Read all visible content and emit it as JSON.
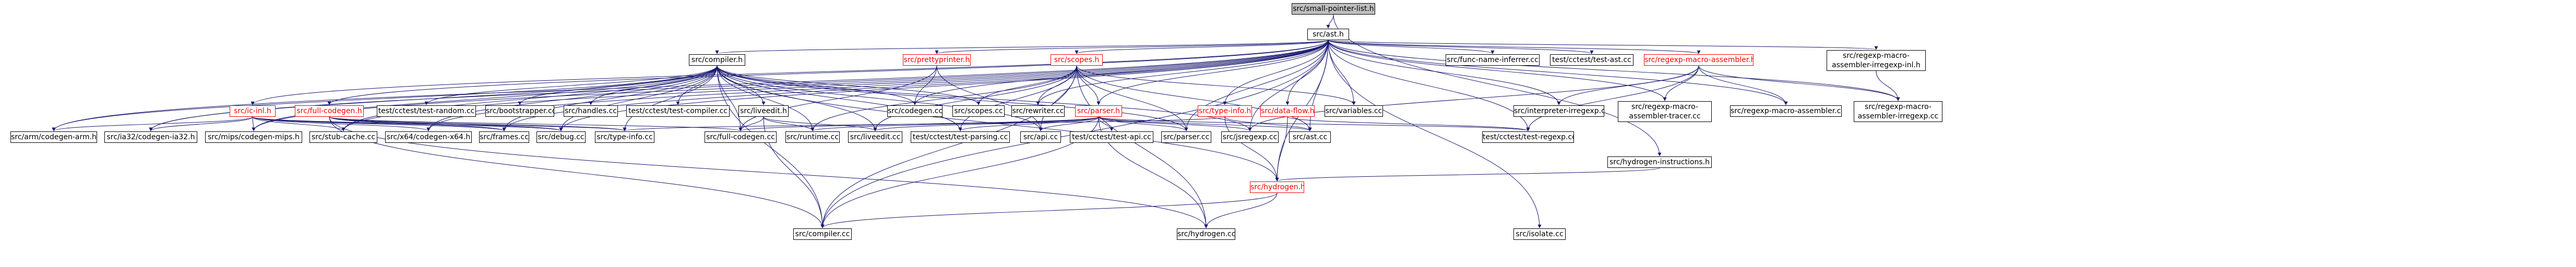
{
  "graph": {
    "colors": {
      "edge": "#191970",
      "node_border": "#000000",
      "red_border": "#ff0000",
      "root_fill": "#bfbfbf"
    },
    "nodes": {
      "small_pointer_list": {
        "label": "src/small-pointer-list.h",
        "style": "root"
      },
      "ast_h": {
        "label": "src/ast.h",
        "style": "plain"
      },
      "compiler_h": {
        "label": "src/compiler.h",
        "style": "plain"
      },
      "prettyprinter_h": {
        "label": "src/prettyprinter.h",
        "style": "red"
      },
      "scopes_h": {
        "label": "src/scopes.h",
        "style": "red"
      },
      "func_name_inferrer": {
        "label": "src/func-name-inferrer.cc",
        "style": "plain"
      },
      "test_ast": {
        "label": "test/cctest/test-ast.cc",
        "style": "plain"
      },
      "regexp_macro_assembler_h": {
        "label": "src/regexp-macro-assembler.h",
        "style": "red"
      },
      "regexp_macro_assembler_irregexp_inl": {
        "label": "src/regexp-macro-assembler-irregexp-inl.h",
        "style": "plain"
      },
      "arm_codegen_arm": {
        "label": "src/arm/codegen-arm.h",
        "style": "plain"
      },
      "ia32_codegen_ia32": {
        "label": "src/ia32/codegen-ia32.h",
        "style": "plain"
      },
      "mips_codegen_mips": {
        "label": "src/mips/codegen-mips.h",
        "style": "plain"
      },
      "ic_inl_h": {
        "label": "src/ic-inl.h",
        "style": "red"
      },
      "full_codegen_h": {
        "label": "src/full-codegen.h",
        "style": "red"
      },
      "test_random": {
        "label": "test/cctest/test-random.cc",
        "style": "plain"
      },
      "bootstrapper_cc": {
        "label": "src/bootstrapper.cc",
        "style": "plain"
      },
      "handles_cc": {
        "label": "src/handles.cc",
        "style": "plain"
      },
      "test_compiler": {
        "label": "test/cctest/test-compiler.cc",
        "style": "plain"
      },
      "liveedit_h": {
        "label": "src/liveedit.h",
        "style": "plain"
      },
      "codegen_cc": {
        "label": "src/codegen.cc",
        "style": "plain"
      },
      "scopes_cc": {
        "label": "src/scopes.cc",
        "style": "plain"
      },
      "rewriter_cc": {
        "label": "src/rewriter.cc",
        "style": "plain"
      },
      "parser_h": {
        "label": "src/parser.h",
        "style": "red"
      },
      "type_info_h": {
        "label": "src/type-info.h",
        "style": "red"
      },
      "data_flow_h": {
        "label": "src/data-flow.h",
        "style": "red"
      },
      "variables_cc": {
        "label": "src/variables.cc",
        "style": "plain"
      },
      "interpreter_irregexp": {
        "label": "src/interpreter-irregexp.cc",
        "style": "plain"
      },
      "regexp_macro_assembler_tracer": {
        "label": "src/regexp-macro-assembler-tracer.cc",
        "style": "plain"
      },
      "regexp_macro_assembler_cc": {
        "label": "src/regexp-macro-assembler.cc",
        "style": "plain"
      },
      "regexp_macro_assembler_irregexp_cc": {
        "label": "src/regexp-macro-assembler-irregexp.cc",
        "style": "plain"
      },
      "stub_cache_cc": {
        "label": "src/stub-cache.cc",
        "style": "plain"
      },
      "x64_codegen_x64": {
        "label": "src/x64/codegen-x64.h",
        "style": "plain"
      },
      "frames_cc": {
        "label": "src/frames.cc",
        "style": "plain"
      },
      "debug_cc": {
        "label": "src/debug.cc",
        "style": "plain"
      },
      "type_info_cc": {
        "label": "src/type-info.cc",
        "style": "plain"
      },
      "full_codegen_cc": {
        "label": "src/full-codegen.cc",
        "style": "plain"
      },
      "runtime_cc": {
        "label": "src/runtime.cc",
        "style": "plain"
      },
      "liveedit_cc": {
        "label": "src/liveedit.cc",
        "style": "plain"
      },
      "test_parsing": {
        "label": "test/cctest/test-parsing.cc",
        "style": "plain"
      },
      "api_cc": {
        "label": "src/api.cc",
        "style": "plain"
      },
      "test_api": {
        "label": "test/cctest/test-api.cc",
        "style": "plain"
      },
      "parser_cc": {
        "label": "src/parser.cc",
        "style": "plain"
      },
      "jsregexp_cc": {
        "label": "src/jsregexp.cc",
        "style": "plain"
      },
      "ast_cc": {
        "label": "src/ast.cc",
        "style": "plain"
      },
      "test_regexp": {
        "label": "test/cctest/test-regexp.cc",
        "style": "plain"
      },
      "hydrogen_instructions_h": {
        "label": "src/hydrogen-instructions.h",
        "style": "plain"
      },
      "hydrogen_h": {
        "label": "src/hydrogen.h",
        "style": "red"
      },
      "compiler_cc": {
        "label": "src/compiler.cc",
        "style": "plain"
      },
      "hydrogen_cc": {
        "label": "src/hydrogen.cc",
        "style": "plain"
      },
      "isolate_cc": {
        "label": "src/isolate.cc",
        "style": "plain"
      }
    },
    "edges": [
      [
        "small_pointer_list",
        "ast_h"
      ],
      [
        "small_pointer_list",
        "hydrogen_instructions_h"
      ],
      [
        "ast_h",
        "compiler_h"
      ],
      [
        "ast_h",
        "prettyprinter_h"
      ],
      [
        "ast_h",
        "scopes_h"
      ],
      [
        "ast_h",
        "func_name_inferrer"
      ],
      [
        "ast_h",
        "test_ast"
      ],
      [
        "ast_h",
        "regexp_macro_assembler_h"
      ],
      [
        "ast_h",
        "regexp_macro_assembler_irregexp_inl"
      ],
      [
        "ast_h",
        "arm_codegen_arm"
      ],
      [
        "ast_h",
        "ia32_codegen_ia32"
      ],
      [
        "ast_h",
        "mips_codegen_mips"
      ],
      [
        "ast_h",
        "ic_inl_h"
      ],
      [
        "ast_h",
        "full_codegen_h"
      ],
      [
        "ast_h",
        "stub_cache_cc"
      ],
      [
        "ast_h",
        "x64_codegen_x64"
      ],
      [
        "ast_h",
        "frames_cc"
      ],
      [
        "ast_h",
        "debug_cc"
      ],
      [
        "ast_h",
        "type_info_h"
      ],
      [
        "ast_h",
        "data_flow_h"
      ],
      [
        "ast_h",
        "variables_cc"
      ],
      [
        "ast_h",
        "interpreter_irregexp"
      ],
      [
        "ast_h",
        "regexp_macro_assembler_tracer"
      ],
      [
        "ast_h",
        "regexp_macro_assembler_cc"
      ],
      [
        "ast_h",
        "regexp_macro_assembler_irregexp_cc"
      ],
      [
        "ast_h",
        "hydrogen_h"
      ],
      [
        "ast_h",
        "isolate_cc"
      ],
      [
        "ast_h",
        "parser_h"
      ],
      [
        "ast_h",
        "jsregexp_cc"
      ],
      [
        "ast_h",
        "ast_cc"
      ],
      [
        "ast_h",
        "test_regexp"
      ],
      [
        "ast_h",
        "compiler_cc"
      ],
      [
        "ast_h",
        "rewriter_cc"
      ],
      [
        "ast_h",
        "codegen_cc"
      ],
      [
        "ast_h",
        "parser_cc"
      ],
      [
        "compiler_h",
        "test_random"
      ],
      [
        "compiler_h",
        "bootstrapper_cc"
      ],
      [
        "compiler_h",
        "handles_cc"
      ],
      [
        "compiler_h",
        "test_compiler"
      ],
      [
        "compiler_h",
        "liveedit_h"
      ],
      [
        "compiler_h",
        "codegen_cc"
      ],
      [
        "compiler_h",
        "scopes_cc"
      ],
      [
        "compiler_h",
        "arm_codegen_arm"
      ],
      [
        "compiler_h",
        "ia32_codegen_ia32"
      ],
      [
        "compiler_h",
        "mips_codegen_mips"
      ],
      [
        "compiler_h",
        "x64_codegen_x64"
      ],
      [
        "compiler_h",
        "full_codegen_cc"
      ],
      [
        "compiler_h",
        "runtime_cc"
      ],
      [
        "compiler_h",
        "liveedit_cc"
      ],
      [
        "compiler_h",
        "test_parsing"
      ],
      [
        "compiler_h",
        "api_cc"
      ],
      [
        "compiler_h",
        "parser_cc"
      ],
      [
        "compiler_h",
        "hydrogen_h"
      ],
      [
        "compiler_h",
        "compiler_cc"
      ],
      [
        "compiler_h",
        "debug_cc"
      ],
      [
        "compiler_h",
        "type_info_cc"
      ],
      [
        "compiler_h",
        "jsregexp_cc"
      ],
      [
        "compiler_h",
        "stub_cache_cc"
      ],
      [
        "compiler_h",
        "frames_cc"
      ],
      [
        "prettyprinter_h",
        "codegen_cc"
      ],
      [
        "prettyprinter_h",
        "full_codegen_cc"
      ],
      [
        "prettyprinter_h",
        "api_cc"
      ],
      [
        "scopes_h",
        "scopes_cc"
      ],
      [
        "scopes_h",
        "rewriter_cc"
      ],
      [
        "scopes_h",
        "parser_h"
      ],
      [
        "scopes_h",
        "variables_cc"
      ],
      [
        "scopes_h",
        "test_parsing"
      ],
      [
        "scopes_h",
        "api_cc"
      ],
      [
        "scopes_h",
        "parser_cc"
      ],
      [
        "scopes_h",
        "ast_cc"
      ],
      [
        "scopes_h",
        "compiler_cc"
      ],
      [
        "scopes_h",
        "hydrogen_cc"
      ],
      [
        "scopes_h",
        "liveedit_cc"
      ],
      [
        "scopes_h",
        "runtime_cc"
      ],
      [
        "regexp_macro_assembler_h",
        "interpreter_irregexp"
      ],
      [
        "regexp_macro_assembler_h",
        "regexp_macro_assembler_tracer"
      ],
      [
        "regexp_macro_assembler_h",
        "regexp_macro_assembler_cc"
      ],
      [
        "regexp_macro_assembler_h",
        "regexp_macro_assembler_irregexp_cc"
      ],
      [
        "regexp_macro_assembler_h",
        "jsregexp_cc"
      ],
      [
        "regexp_macro_assembler_h",
        "test_regexp"
      ],
      [
        "regexp_macro_assembler_irregexp_inl",
        "regexp_macro_assembler_irregexp_cc"
      ],
      [
        "ic_inl_h",
        "stub_cache_cc"
      ],
      [
        "ic_inl_h",
        "x64_codegen_x64"
      ],
      [
        "ic_inl_h",
        "frames_cc"
      ],
      [
        "ic_inl_h",
        "debug_cc"
      ],
      [
        "ic_inl_h",
        "arm_codegen_arm"
      ],
      [
        "ic_inl_h",
        "ia32_codegen_ia32"
      ],
      [
        "ic_inl_h",
        "mips_codegen_mips"
      ],
      [
        "ic_inl_h",
        "type_info_cc"
      ],
      [
        "full_codegen_h",
        "frames_cc"
      ],
      [
        "full_codegen_h",
        "debug_cc"
      ],
      [
        "full_codegen_h",
        "type_info_cc"
      ],
      [
        "full_codegen_h",
        "full_codegen_cc"
      ],
      [
        "full_codegen_h",
        "compiler_cc"
      ],
      [
        "full_codegen_h",
        "hydrogen_cc"
      ],
      [
        "liveedit_h",
        "full_codegen_cc"
      ],
      [
        "liveedit_h",
        "runtime_cc"
      ],
      [
        "liveedit_h",
        "liveedit_cc"
      ],
      [
        "liveedit_h",
        "compiler_cc"
      ],
      [
        "parser_h",
        "full_codegen_cc"
      ],
      [
        "parser_h",
        "runtime_cc"
      ],
      [
        "parser_h",
        "liveedit_cc"
      ],
      [
        "parser_h",
        "test_parsing"
      ],
      [
        "parser_h",
        "api_cc"
      ],
      [
        "parser_h",
        "test_api"
      ],
      [
        "parser_h",
        "parser_cc"
      ],
      [
        "parser_h",
        "jsregexp_cc"
      ],
      [
        "parser_h",
        "ast_cc"
      ],
      [
        "parser_h",
        "test_regexp"
      ],
      [
        "parser_h",
        "compiler_cc"
      ],
      [
        "parser_h",
        "hydrogen_cc"
      ],
      [
        "type_info_h",
        "ast_cc"
      ],
      [
        "type_info_h",
        "hydrogen_h"
      ],
      [
        "type_info_h",
        "type_info_cc"
      ],
      [
        "data_flow_h",
        "test_regexp"
      ],
      [
        "data_flow_h",
        "hydrogen_h"
      ],
      [
        "hydrogen_instructions_h",
        "hydrogen_h"
      ],
      [
        "hydrogen_h",
        "compiler_cc"
      ],
      [
        "hydrogen_h",
        "hydrogen_cc"
      ]
    ]
  }
}
